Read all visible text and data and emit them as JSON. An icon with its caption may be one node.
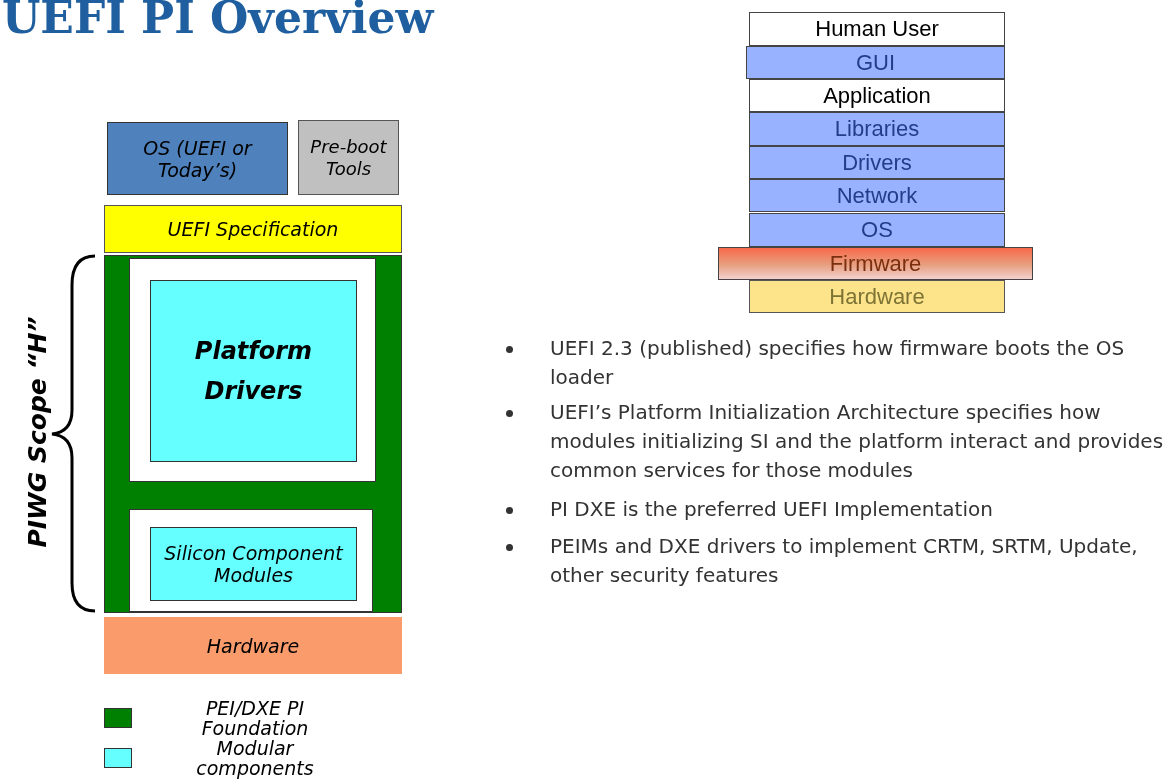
{
  "diagram": {
    "title": "UEFI PI Overview",
    "nodes": [
      {
        "text": [
          "OS (UEFI or Today’s)"
        ]
      },
      {
        "text": [
          "Pre-boot Tools"
        ]
      },
      {
        "text": [
          "UEFI Specification"
        ]
      },
      {
        "text": [],
        "shape": "box"
      },
      {
        "text": [],
        "shape": "box",
        "in": 3
      },
      {
        "text": [
          "Platform Drivers"
        ],
        "in": 4
      },
      {
        "text": [],
        "shape": "box",
        "in": 3
      },
      {
        "text": [
          "Silicon Component Modules"
        ],
        "in": 6
      },
      {
        "text": [
          "Hardware"
        ]
      },
      {
        "text": [
          "Human User"
        ]
      },
      {
        "text": [
          "GUI"
        ]
      },
      {
        "text": [
          "Application"
        ]
      },
      {
        "text": [
          "Libraries"
        ]
      },
      {
        "text": [
          "Drivers"
        ]
      },
      {
        "text": [
          "Network"
        ]
      },
      {
        "text": [
          "OS"
        ]
      },
      {
        "text": [
          "Firmware"
        ]
      },
      {
        "text": [
          "Hardware"
        ]
      }
    ],
    "labels": [
      "PIWG Scope “H”",
      "UEFI 2.3 (published) specifies how firmware boots the OS loader",
      "UEFI’s Platform Initialization Architecture specifies how modules initializing SI and the platform interact and provides common services for those modules",
      "PI DXE is the preferred UEFI Implementation",
      "PEIMs and DXE drivers to implement CRTM, SRTM, Update, other security features"
    ],
    "legend": [
      {
        "text": "PEI/DXE PI Foundation",
        "color": "#008000"
      },
      {
        "text": "Modular components",
        "color": "#66ffff"
      }
    ]
  }
}
